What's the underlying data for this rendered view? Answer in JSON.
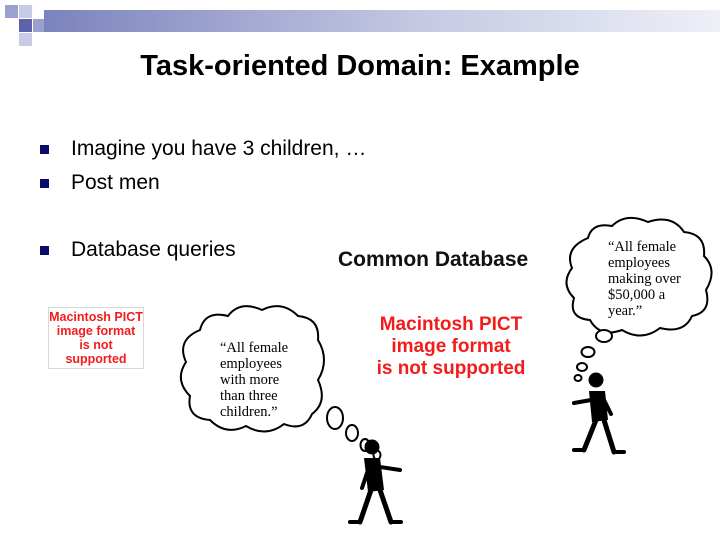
{
  "slide": {
    "title": "Task-oriented Domain: Example",
    "bullets": [
      {
        "text": "Imagine you have 3 children, …"
      },
      {
        "text": "Post men"
      },
      {
        "text": "Database queries"
      }
    ],
    "database_label": "Common Database",
    "pict_placeholder_small": {
      "line1": "Macintosh PICT",
      "line2": "image format",
      "line3": "is not supported"
    },
    "pict_placeholder_large": {
      "line1": "Macintosh PICT",
      "line2": "image format",
      "line3": "is not supported"
    },
    "bubble_left": {
      "lines": [
        "“All female",
        "employees",
        "with more",
        "than three",
        "children.”"
      ]
    },
    "bubble_right": {
      "lines": [
        "“All female",
        "employees",
        "making over",
        "$50,000 a",
        "year.”"
      ]
    },
    "colors": {
      "bullet": "#0b0b6b",
      "accent_bar": "#7b83bd",
      "pict_text": "#f21c1c"
    }
  }
}
